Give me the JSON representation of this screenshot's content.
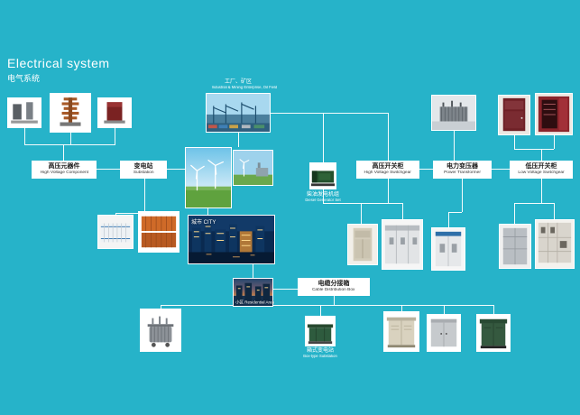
{
  "page": {
    "title": "Electrical system",
    "subtitle": "电气系统",
    "bg_color": "#26b3c9",
    "line_color": "#ffffff"
  },
  "labels": {
    "industrial": {
      "zh": "工厂、矿区",
      "en": "Industrial & Mining Enterprise, Oil Field"
    },
    "hv_component": {
      "zh": "高压元器件",
      "en": "High Voltage Component"
    },
    "substation": {
      "zh": "变电站",
      "en": "Substation"
    },
    "hv_switchgear": {
      "zh": "高压开关柜",
      "en": "High Voltage Switchgear"
    },
    "power_transformer": {
      "zh": "电力变压器",
      "en": "Power Transformer"
    },
    "lv_switchgear": {
      "zh": "低压开关柜",
      "en": "Low Voltage Switchgear"
    },
    "cable_box": {
      "zh": "电缆分接箱",
      "en": "Cable Distribution Box"
    },
    "city": "城市  CITY",
    "residential": "小区  Residential Area",
    "genset": {
      "zh": "柴油发电机组",
      "en": "Diesel Generator Set"
    },
    "box_substation": {
      "zh": "箱式变电站",
      "en": "Box-type Substation"
    }
  }
}
